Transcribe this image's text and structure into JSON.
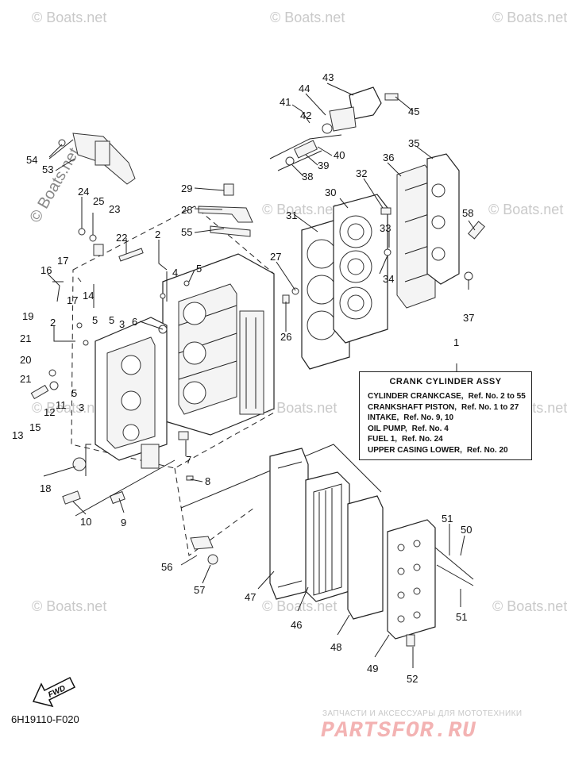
{
  "callouts": [
    "1",
    "2",
    "2",
    "3",
    "3",
    "4",
    "5",
    "5",
    "5",
    "5",
    "6",
    "7",
    "8",
    "9",
    "10",
    "11",
    "12",
    "13",
    "14",
    "15",
    "16",
    "17",
    "17",
    "18",
    "19",
    "20",
    "21",
    "21",
    "22",
    "23",
    "24",
    "25",
    "26",
    "27",
    "28",
    "29",
    "30",
    "31",
    "32",
    "33",
    "34",
    "35",
    "36",
    "37",
    "38",
    "39",
    "40",
    "41",
    "42",
    "43",
    "44",
    "45",
    "46",
    "47",
    "48",
    "49",
    "50",
    "51",
    "51",
    "52",
    "53",
    "54",
    "55",
    "56",
    "57",
    "58"
  ],
  "legend": {
    "title": "CRANK CYLINDER ASSY",
    "rows": [
      {
        "name": "CYLINDER CRANKCASE,",
        "ref": "Ref. No. 2 to 55"
      },
      {
        "name": "CRANKSHAFT PISTON,",
        "ref": "Ref. No. 1 to 27"
      },
      {
        "name": "INTAKE,",
        "ref": "Ref. No. 9, 10"
      },
      {
        "name": "OIL PUMP,",
        "ref": "Ref. No. 4"
      },
      {
        "name": "FUEL 1,",
        "ref": "Ref. No. 24"
      },
      {
        "name": "UPPER CASING LOWER,",
        "ref": "Ref. No. 20"
      }
    ]
  },
  "fwd_label": "FWD",
  "drawing_code": "6H19110-F020",
  "watermark": "© Boats.net",
  "brand": {
    "tagline": "ЗАПЧАСТИ И АКСЕССУАРЫ ДЛЯ МОТОТЕХНИКИ",
    "logo": "PARTSFOR.RU"
  }
}
